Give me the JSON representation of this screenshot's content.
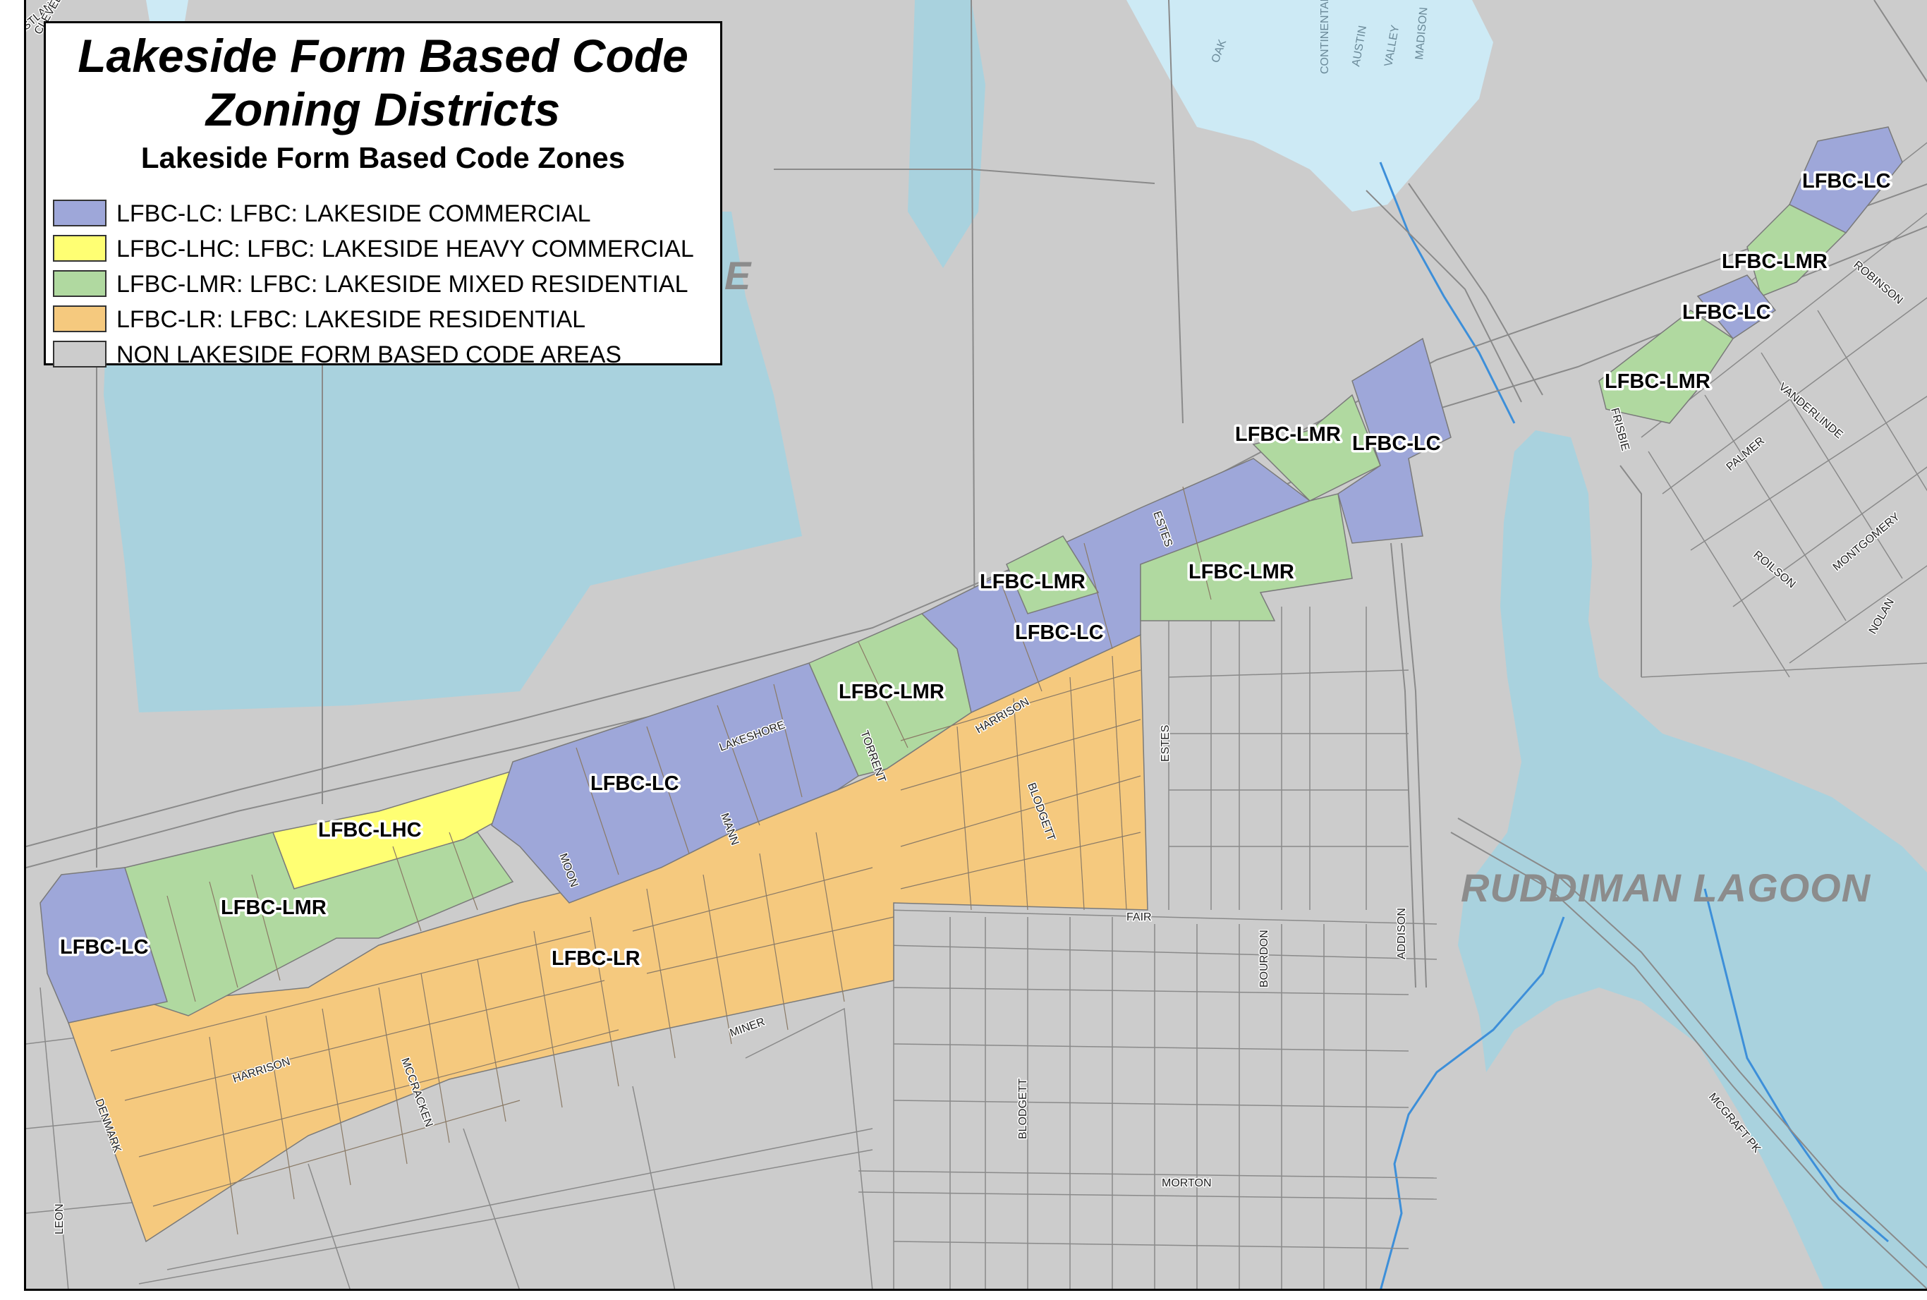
{
  "legend": {
    "title_line1": "Lakeside Form Based Code",
    "title_line2": "Zoning Districts",
    "subtitle": "Lakeside Form Based Code Zones",
    "items": [
      {
        "label": "LFBC-LC: LFBC: LAKESIDE COMMERCIAL",
        "color": "#9ea7d9"
      },
      {
        "label": "LFBC-LHC: LFBC: LAKESIDE HEAVY COMMERCIAL",
        "color": "#ffff73"
      },
      {
        "label": "LFBC-LMR: LFBC: LAKESIDE MIXED RESIDENTIAL",
        "color": "#b0d9a0"
      },
      {
        "label": "LFBC-LR: LFBC: LAKESIDE RESIDENTIAL",
        "color": "#f5c97e"
      },
      {
        "label": "NON LAKESIDE FORM BASED CODE AREAS",
        "color": "#cccccc"
      }
    ]
  },
  "colors": {
    "background": "#cccccc",
    "water": "#a9d2de",
    "water_light": "#cdeaf5",
    "lines": "#8a8a8a",
    "stream": "#3d8fd9"
  },
  "zone_labels": {
    "lc_west": "LFBC-LC",
    "lmr_west": "LFBC-LMR",
    "lhc": "LFBC-LHC",
    "lc_lakeshore": "LFBC-LC",
    "lr": "LFBC-LR",
    "lmr_torrent": "LFBC-LMR",
    "lmr_mid": "LFBC-LMR",
    "lc_mid": "LFBC-LC",
    "lmr_estes": "LFBC-LMR",
    "lmr_north": "LFBC-LMR",
    "lc_north": "LFBC-LC",
    "lc_ne_top": "LFBC-LC",
    "lmr_ne_1": "LFBC-LMR",
    "lc_ne_2": "LFBC-LC",
    "lmr_ne_3": "LFBC-LMR"
  },
  "streets": {
    "lakeshore": "LAKESHORE",
    "harrison_east": "HARRISON",
    "harrison_west": "HARRISON",
    "torrent": "TORRENT",
    "moon": "MOON",
    "mann": "MANN",
    "blodgett_north": "BLODGETT",
    "blodgett_south": "BLODGETT",
    "estes_north": "ESTES",
    "estes_south": "ESTES",
    "fair": "FAIR",
    "bourdon": "BOURDON",
    "addison": "ADDISON",
    "miner": "MINER",
    "mccracken": "MCCRACKEN",
    "denmark": "DENMARK",
    "leon": "LEON",
    "morton": "MORTON",
    "mcgraft": "MCGRAFT PK",
    "frisbie": "FRISBIE",
    "robinson": "ROBINSON",
    "vanderlinde": "VANDERLINDE",
    "palmer": "PALMER",
    "roilson": "ROILSON",
    "montgomery": "MONTGOMERY",
    "nolan": "NOLAN",
    "westland": "WESTLAND",
    "cleveland": "CLEVELAND",
    "oak": "OAK",
    "continental": "CONTINENTAL",
    "austin": "AUSTIN",
    "valley": "VALLEY",
    "madison": "MADISON"
  },
  "water_labels": {
    "lagoon": "RUDDIMAN LAGOON",
    "partial_e": "E"
  }
}
